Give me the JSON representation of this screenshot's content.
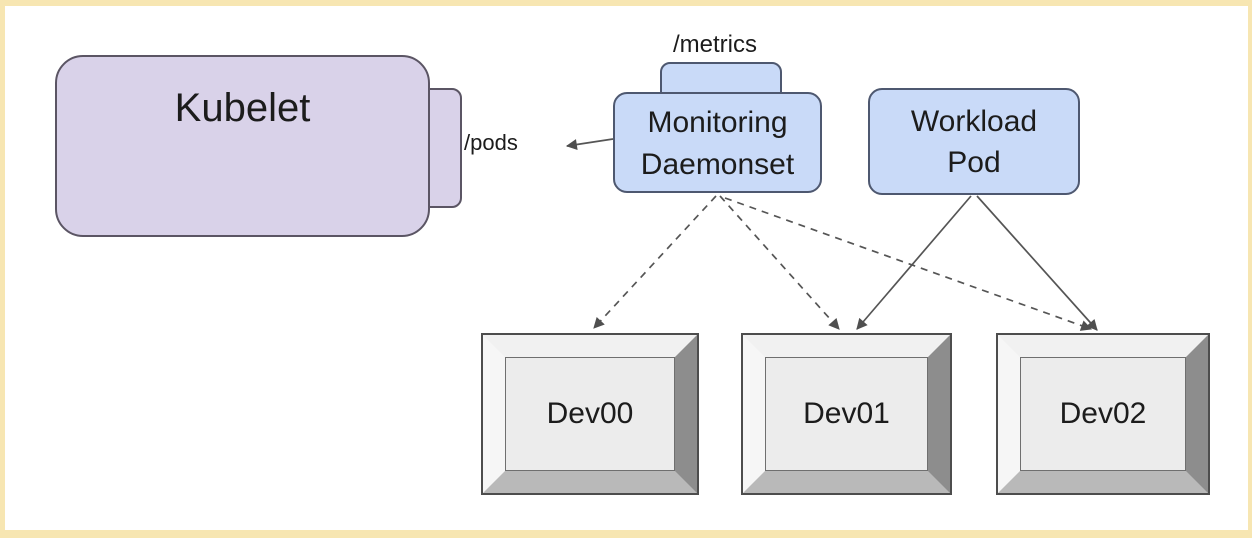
{
  "diagram": {
    "nodes": {
      "kubelet": {
        "label": "Kubelet"
      },
      "monitoring": {
        "lines": [
          "Monitoring",
          "Daemonset"
        ]
      },
      "workload": {
        "lines": [
          "Workload",
          "Pod"
        ]
      },
      "devices": [
        {
          "label": "Dev00"
        },
        {
          "label": "Dev01"
        },
        {
          "label": "Dev02"
        }
      ]
    },
    "endpoint_labels": {
      "metrics": "/metrics",
      "pods": "/pods"
    },
    "edges": [
      {
        "from": "Monitoring Daemonset",
        "to": "Kubelet /pods endpoint",
        "style": "solid-arrow"
      },
      {
        "from": "Monitoring Daemonset",
        "to": "Dev00",
        "style": "dashed-arrow"
      },
      {
        "from": "Monitoring Daemonset",
        "to": "Dev01",
        "style": "dashed-arrow"
      },
      {
        "from": "Monitoring Daemonset",
        "to": "Dev02",
        "style": "dashed-arrow"
      },
      {
        "from": "Workload Pod",
        "to": "Dev01",
        "style": "solid-arrow"
      },
      {
        "from": "Workload Pod",
        "to": "Dev02",
        "style": "solid-arrow"
      }
    ],
    "colors": {
      "frame": "#f7e6b2",
      "canvas": "#ffffff",
      "purple_fill": "#d9d2e9",
      "purple_border": "#5b5564",
      "blue_fill": "#c9daf8",
      "blue_border": "#4e5870",
      "line": "#555555"
    }
  }
}
